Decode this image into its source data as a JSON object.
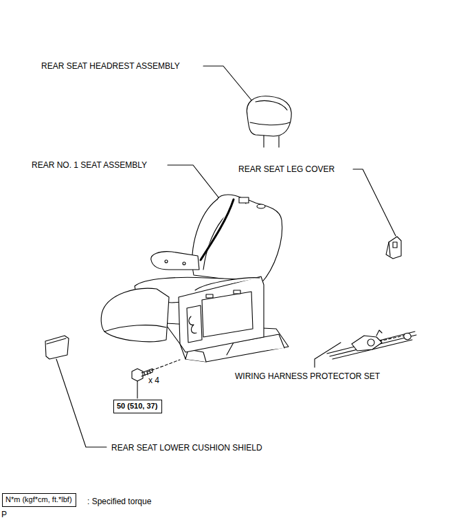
{
  "diagram": {
    "nodes": [
      {
        "text": [
          "50 (510, 37)"
        ]
      },
      {
        "text": [
          "N*m (kgf*cm, ft.*lbf)"
        ]
      }
    ],
    "labels": [
      "REAR SEAT HEADREST ASSEMBLY",
      "REAR NO. 1 SEAT ASSEMBLY",
      "REAR SEAT LEG COVER",
      "x 4",
      "WIRING HARNESS PROTECTOR SET",
      "REAR SEAT LOWER CUSHION SHIELD",
      ": Specified torque",
      "P"
    ]
  }
}
